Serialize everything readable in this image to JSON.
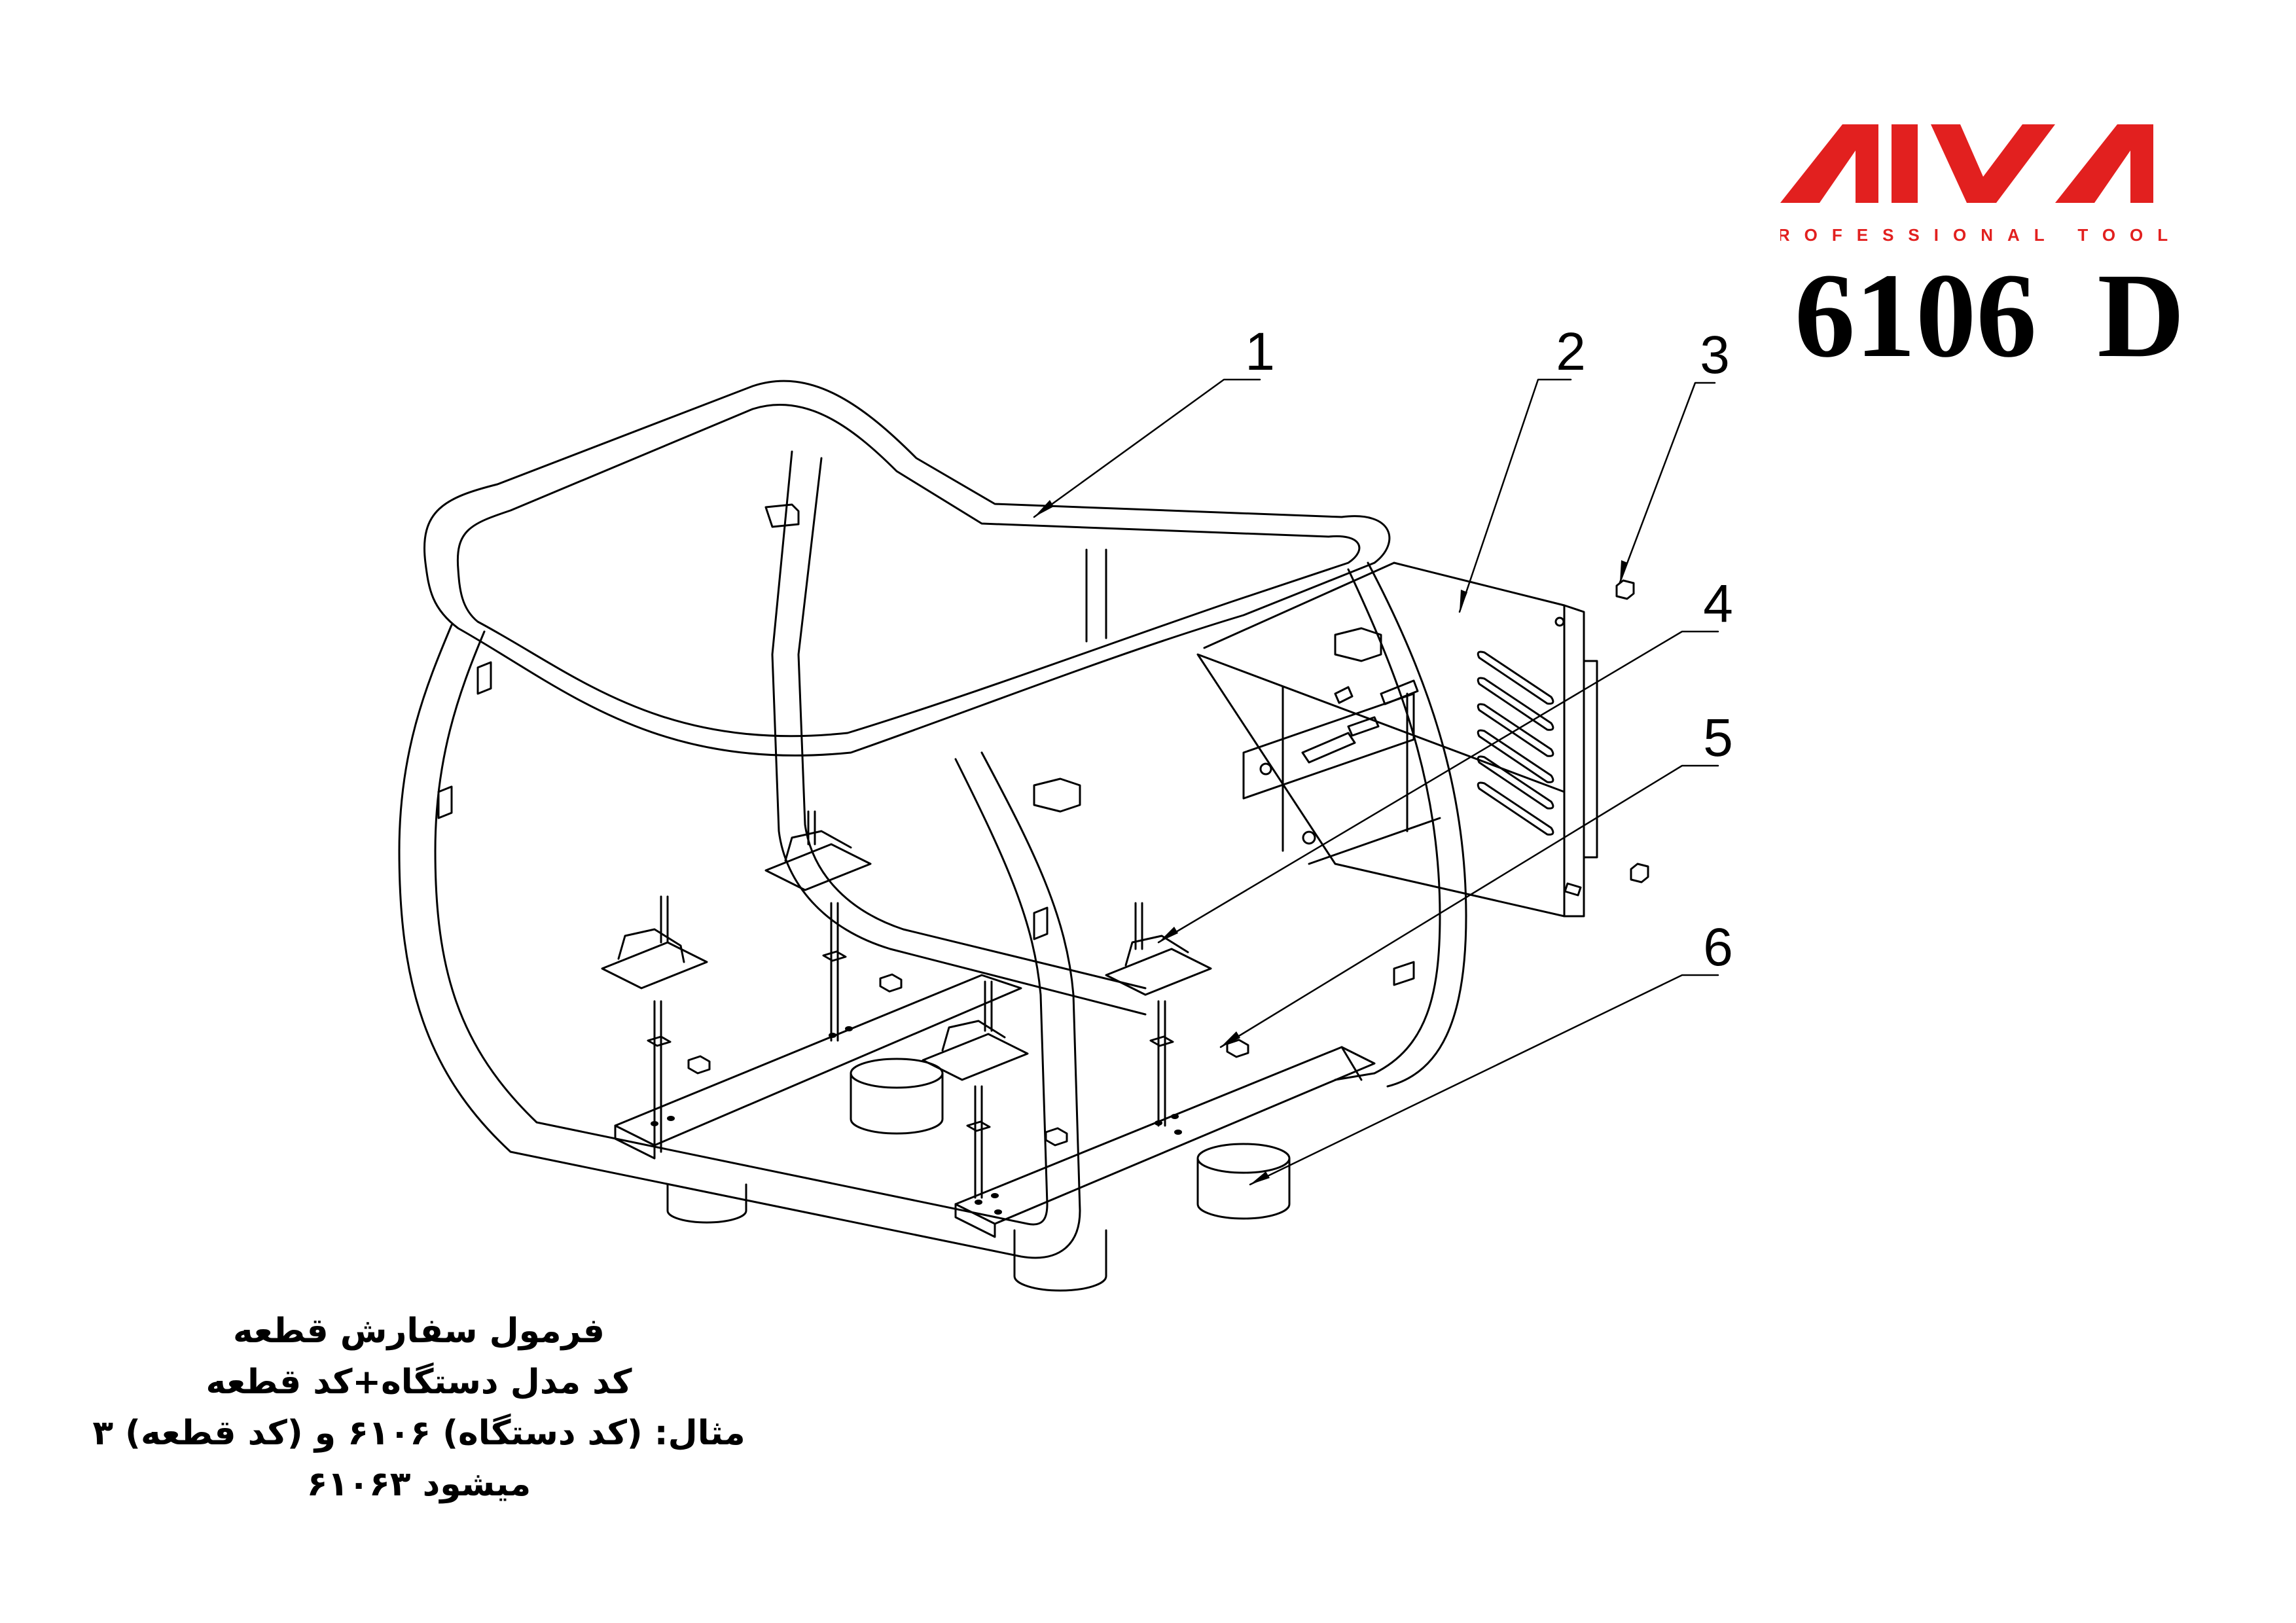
{
  "brand": {
    "name": "AIVA",
    "tagline": "PROFESSIONAL TOOLS",
    "color": "#e2201f"
  },
  "model_code": "6106  D",
  "part_callouts": [
    "1",
    "2",
    "3",
    "4",
    "5",
    "6"
  ],
  "order_formula": {
    "title": "فرمول سفارش قطعه",
    "formula": "کد مدل دستگاه+کد قطعه",
    "example": "مثال: (کد دستگاه) ۶۱۰۶ و (کد قطعه) ۳",
    "result": "میشود ۶۱۰۶۳"
  }
}
